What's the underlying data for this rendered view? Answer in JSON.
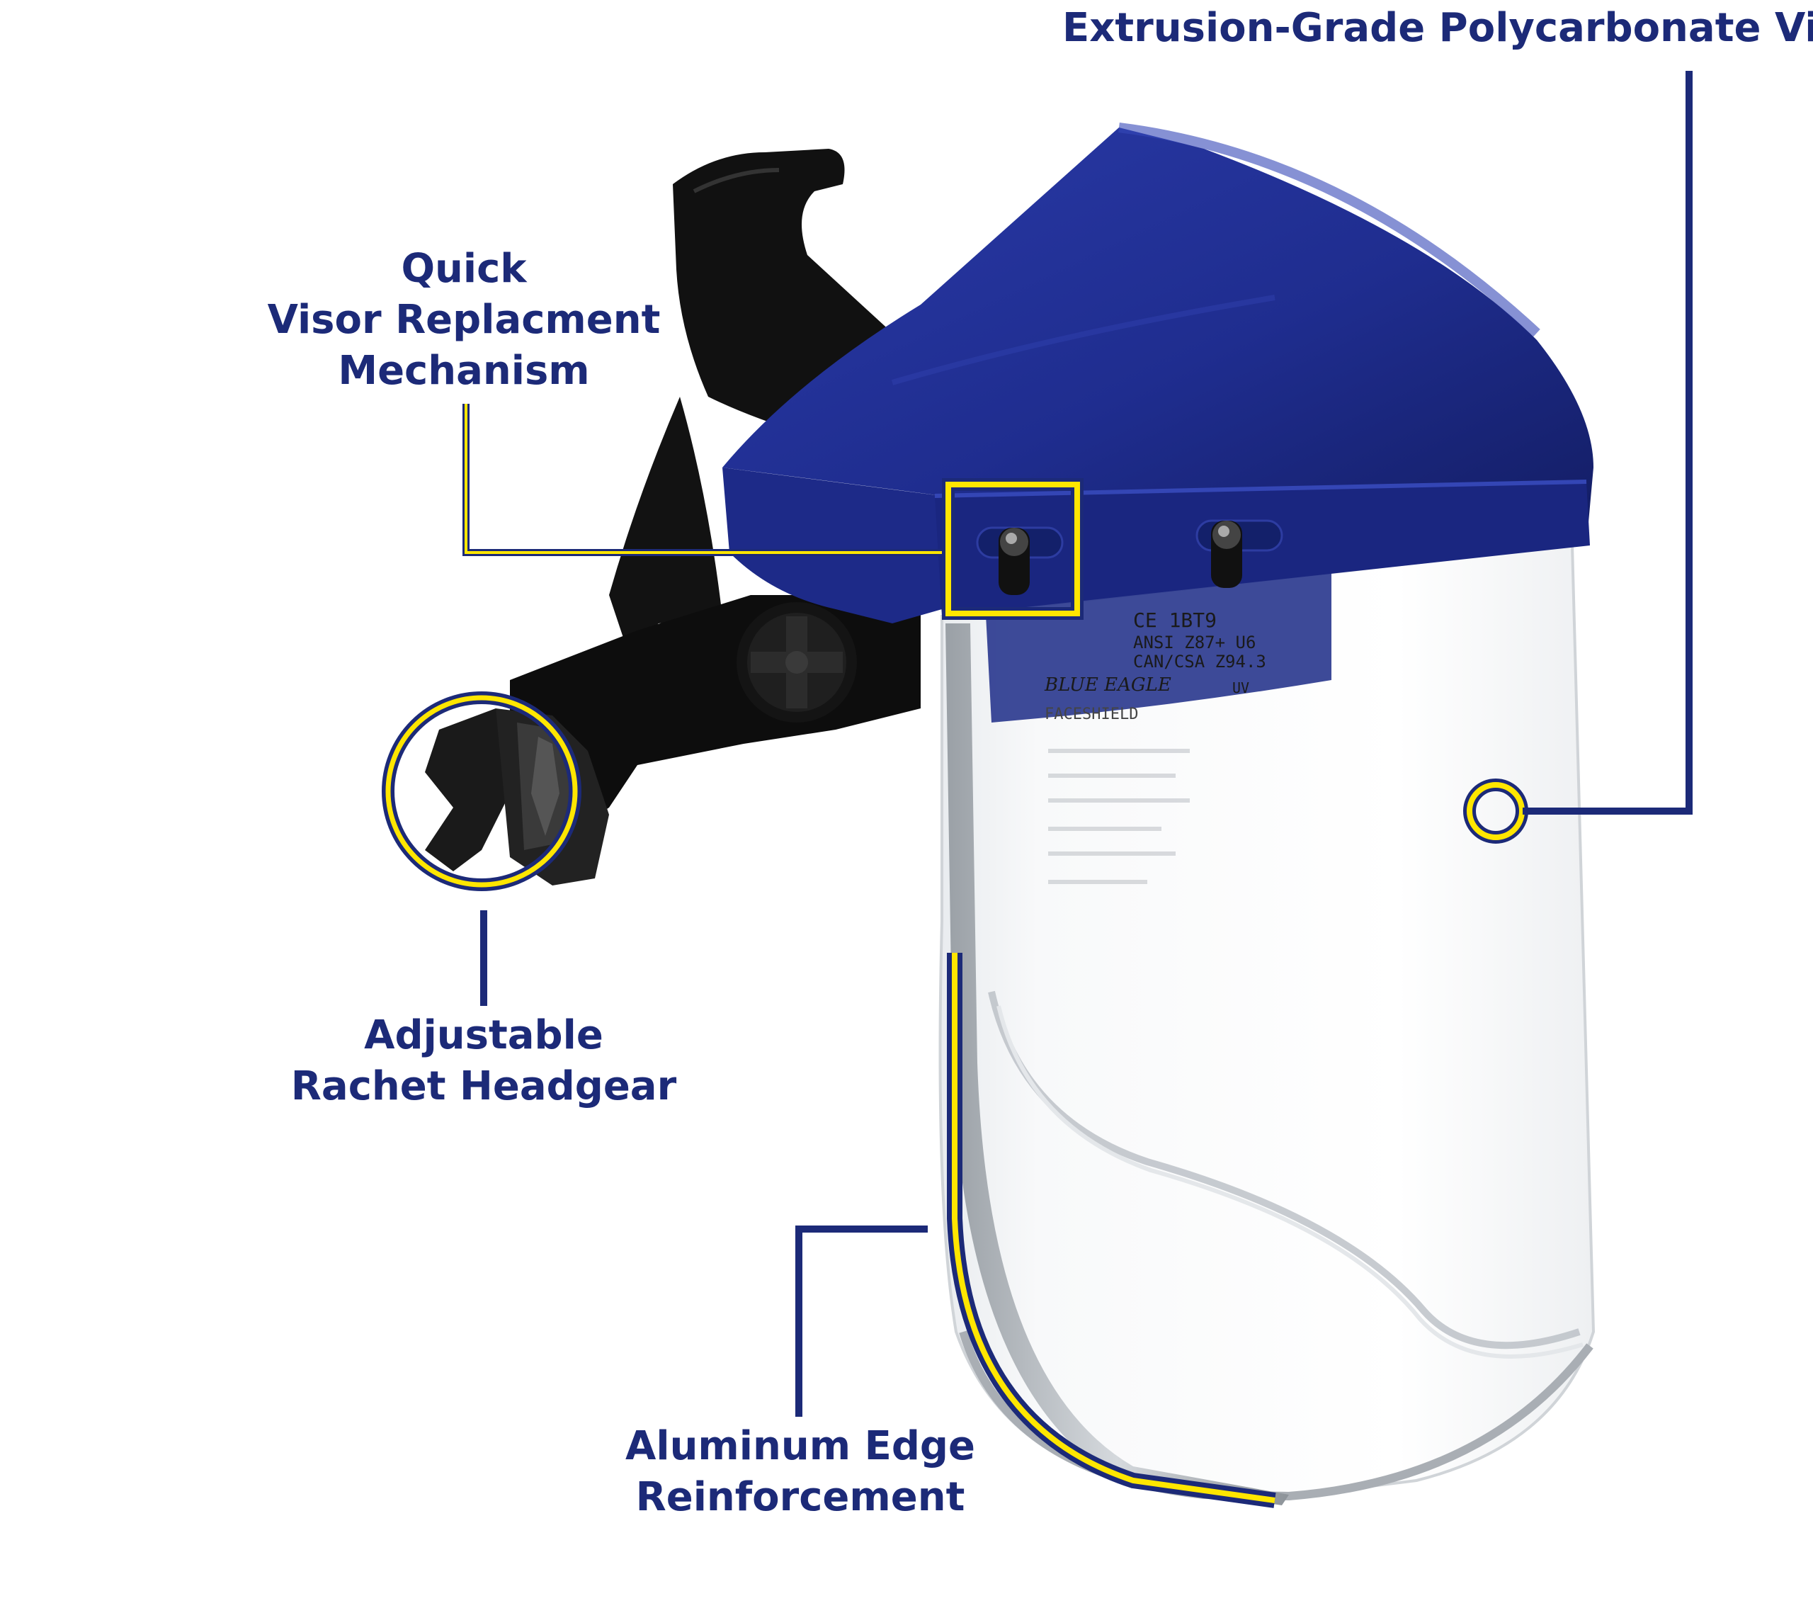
{
  "callouts": {
    "visor": {
      "line1": "Extrusion-Grade Polycarbonate Visor"
    },
    "quick_visor": {
      "line1": "Quick",
      "line2": "Visor Replacment",
      "line3": "Mechanism"
    },
    "headgear": {
      "line1": "Adjustable",
      "line2": "Rachet Headgear"
    },
    "aluminum": {
      "line1": "Aluminum Edge",
      "line2": "Reinforcement"
    }
  },
  "visor_print": {
    "cert1": "CE 1BT9",
    "cert2": "ANSI Z87+ U6",
    "cert3": "CAN/CSA Z94.3",
    "brand": "BLUE EAGLE",
    "uv": "UV",
    "faceshield": "FACESHIELD"
  },
  "colors": {
    "navy": "#1c2a78",
    "callout_yellow": "#ffe600",
    "brow_guard_blue": "#1f2d8f",
    "headgear_black": "#101010"
  }
}
